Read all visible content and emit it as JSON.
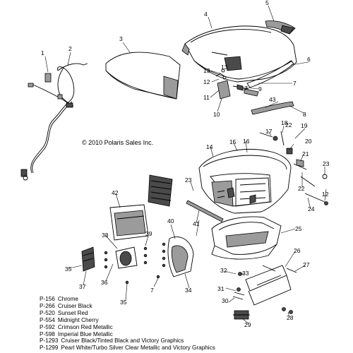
{
  "copyright": "© 2010 Polaris Sales Inc.",
  "callouts": [
    "1",
    "2",
    "3",
    "4",
    "5",
    "6",
    "7",
    "8",
    "9",
    "10",
    "11",
    "12",
    "13",
    "14",
    "15",
    "16",
    "17",
    "18",
    "19",
    "20",
    "21",
    "22",
    "23",
    "24",
    "25",
    "26",
    "27",
    "28",
    "29",
    "30",
    "31",
    "32",
    "33",
    "34",
    "35",
    "36",
    "37",
    "38",
    "39",
    "40",
    "41",
    "42",
    "43",
    "7",
    "7",
    "12",
    "13",
    "22",
    "23",
    "35"
  ],
  "legend": [
    {
      "code": "P-156",
      "name": "Chrome"
    },
    {
      "code": "P-266",
      "name": "Cruiser Black"
    },
    {
      "code": "P-520",
      "name": "Sunset Red"
    },
    {
      "code": "P-554",
      "name": "Midnight Cherry"
    },
    {
      "code": "P-592",
      "name": "Crimson Red Metallic"
    },
    {
      "code": "P-598",
      "name": "Imperial Blue Metallic"
    },
    {
      "code": "P-1293",
      "name": "Cruiser Black/Tinted Black and Victory Graphics"
    },
    {
      "code": "P-1299",
      "name": "Pearl White/Turbo Silver Clear Metallic and Victory Graphics"
    }
  ]
}
